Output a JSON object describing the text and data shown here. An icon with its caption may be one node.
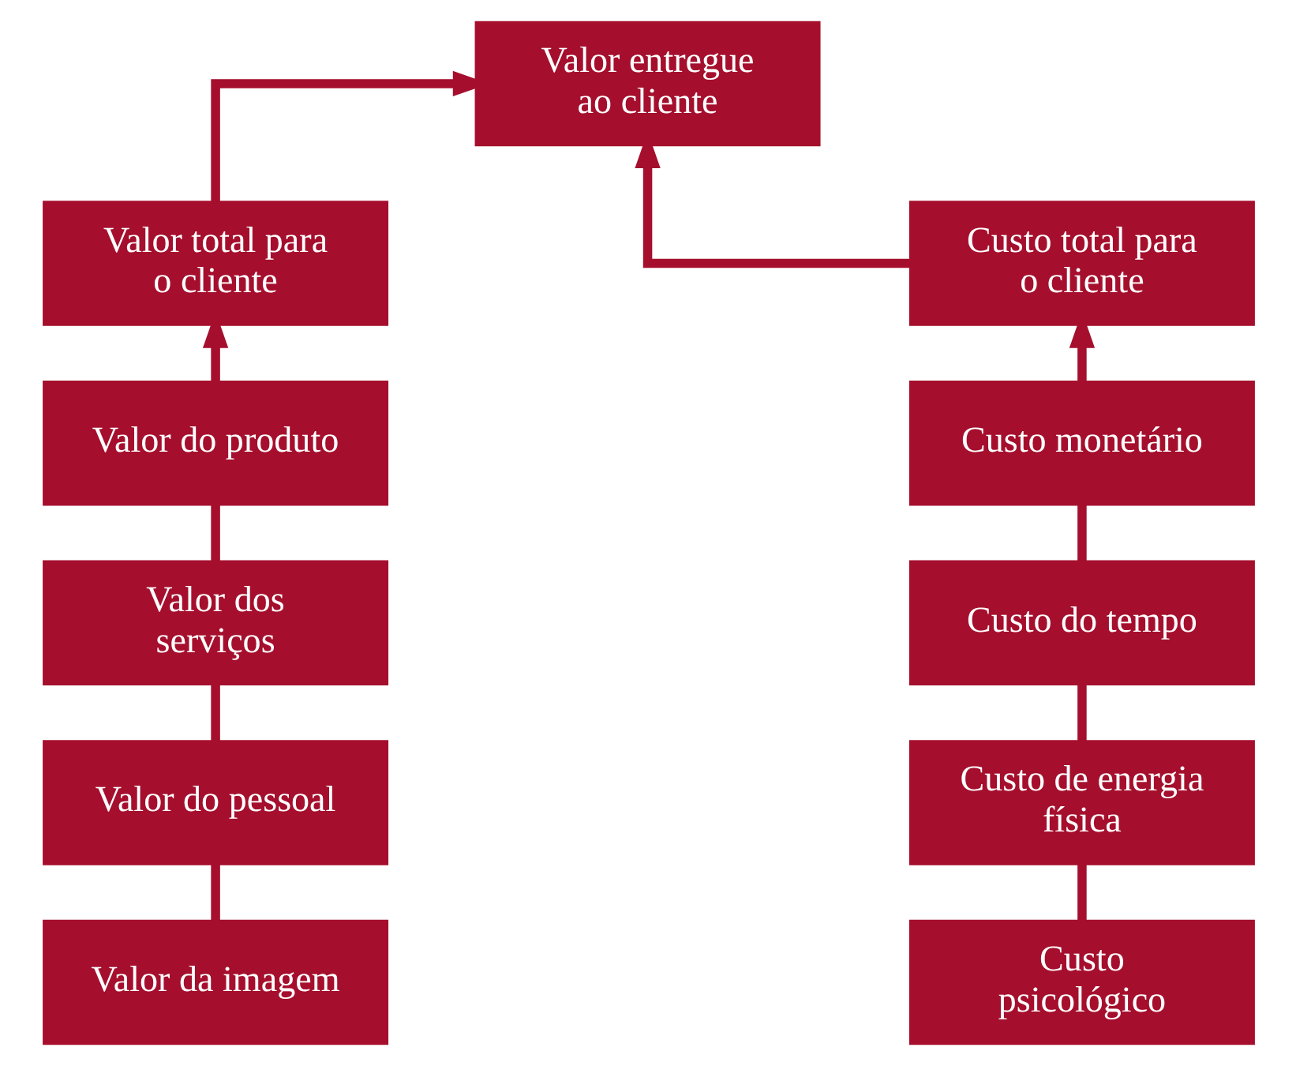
{
  "diagram": {
    "nodes": [
      {
        "text": [
          "Valor entregue ao cliente"
        ]
      },
      {
        "text": [
          "Valor total para o cliente"
        ]
      },
      {
        "text": [
          "Custo total para o cliente"
        ]
      },
      {
        "text": [
          "Valor do produto"
        ]
      },
      {
        "text": [
          "Custo monetário"
        ]
      },
      {
        "text": [
          "Valor dos serviços"
        ]
      },
      {
        "text": [
          "Custo do tempo"
        ]
      },
      {
        "text": [
          "Valor do pessoal"
        ]
      },
      {
        "text": [
          "Custo de energia física"
        ]
      },
      {
        "text": [
          "Valor da imagem"
        ]
      },
      {
        "text": [
          "Custo psicológico"
        ]
      }
    ],
    "edges": [
      {
        "from": 1,
        "to": 0,
        "arrow": "to"
      },
      {
        "from": 2,
        "to": 0,
        "arrow": "to"
      },
      {
        "from": 3,
        "to": 1,
        "arrow": "to"
      },
      {
        "from": 5,
        "to": 3,
        "arrow": "none"
      },
      {
        "from": 7,
        "to": 5,
        "arrow": "none"
      },
      {
        "from": 9,
        "to": 7,
        "arrow": "none"
      },
      {
        "from": 4,
        "to": 2,
        "arrow": "to"
      },
      {
        "from": 6,
        "to": 4,
        "arrow": "none"
      },
      {
        "from": 8,
        "to": 6,
        "arrow": "none"
      },
      {
        "from": 10,
        "to": 8,
        "arrow": "none"
      }
    ]
  }
}
